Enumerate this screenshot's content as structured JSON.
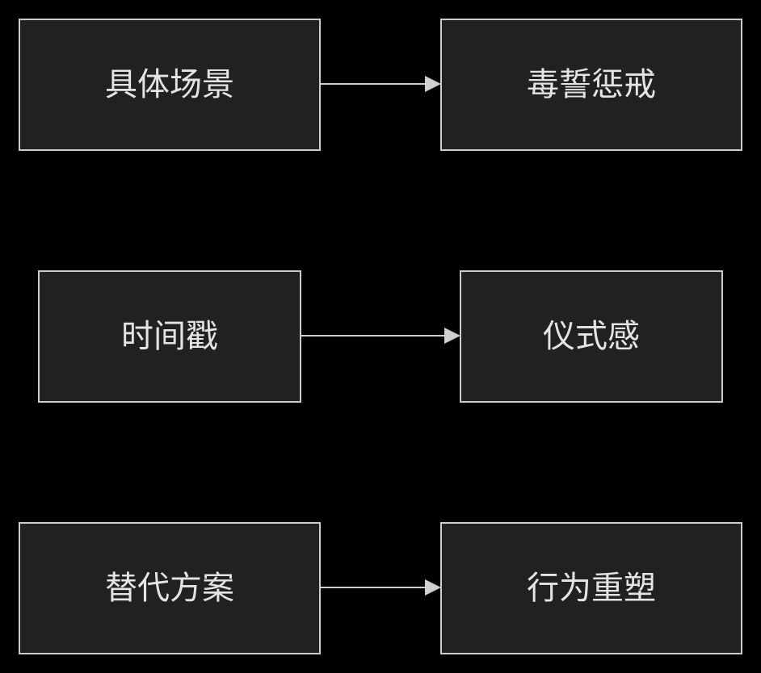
{
  "colors": {
    "background": "#000000",
    "node_fill": "#202222",
    "node_border": "#cccccc",
    "text": "#e4e4e4",
    "edge": "#d0d0d0"
  },
  "rows": [
    {
      "source": "具体场景",
      "target": "毒誓惩戒"
    },
    {
      "source": "时间戳",
      "target": "仪式感"
    },
    {
      "source": "替代方案",
      "target": "行为重塑"
    }
  ]
}
